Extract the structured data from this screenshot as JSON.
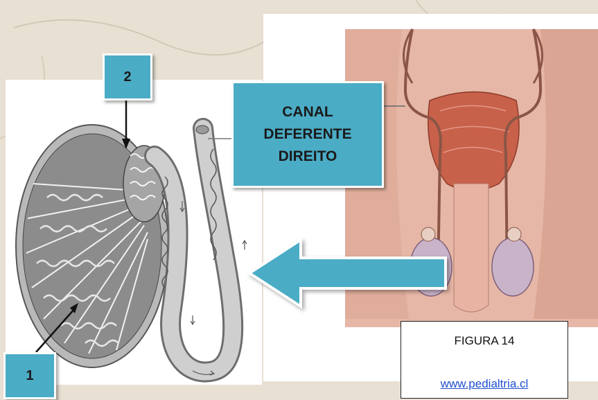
{
  "labels": {
    "marker_1": "1",
    "marker_2": "2",
    "canal_line1": "CANAL",
    "canal_line2": "DEFERENTE",
    "canal_line3": "DIREITO"
  },
  "caption": {
    "title": "FIGURA 14",
    "link": "www.pedialtria.cl"
  },
  "colors": {
    "label_fill": "#4bacc6",
    "arrow_fill": "#4bacc6",
    "skin": "#e8b9a8",
    "muscle": "#c8614a",
    "testis_gray": "#9a9a9a",
    "tubule_dark": "#3a3a3a"
  }
}
